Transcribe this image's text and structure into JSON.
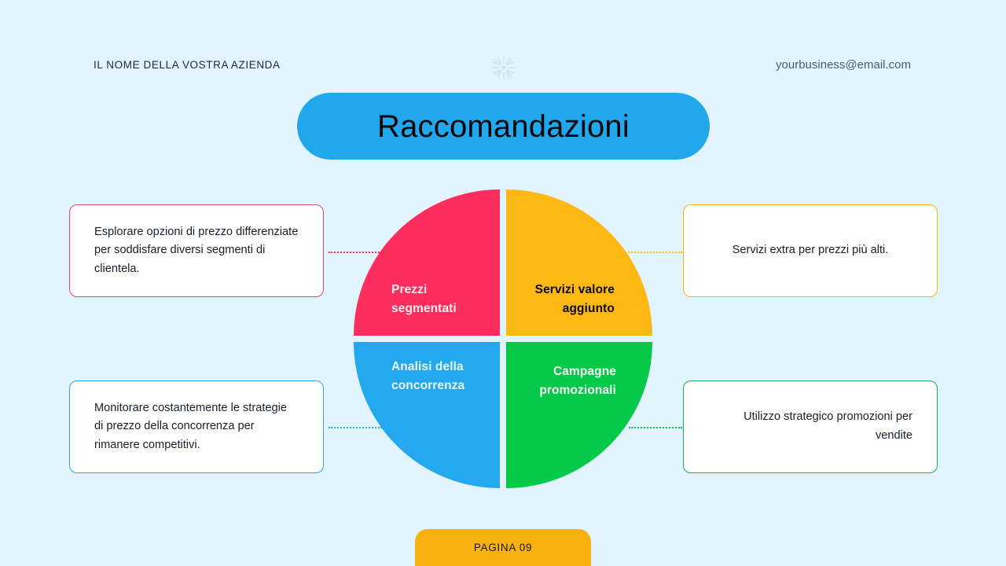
{
  "header": {
    "company_name": "IL NOME DELLA VOSTRA AZIENDA",
    "email": "yourbusiness@email.com",
    "logo_icon": "starburst-icon"
  },
  "title": {
    "text": "Raccomandazioni",
    "background_color": "#22a7ec"
  },
  "pie": {
    "segments": [
      {
        "id": "prezzi-segmentati",
        "label": "Prezzi\nsegmentati",
        "color": "#fb2e5e",
        "text_color": "#ffe9ef",
        "position": "top-left"
      },
      {
        "id": "servizi-valore",
        "label": "Servizi valore\naggiunto",
        "color": "#fdb813",
        "text_color": "#0b0c0d",
        "position": "top-right"
      },
      {
        "id": "analisi-concorrenza",
        "label": "Analisi della\nconcorrenza",
        "color": "#24a8ee",
        "text_color": "#eaf7ff",
        "position": "bottom-left"
      },
      {
        "id": "campagne-promozionali",
        "label": "Campagne\npromozionali",
        "color": "#07c949",
        "text_color": "#f2fff7",
        "position": "bottom-right"
      }
    ]
  },
  "callouts": [
    {
      "id": "callout-prezzi-segmentati",
      "text": "Esplorare opzioni di prezzo differenziate per soddisfare diversi segmenti di clientela.",
      "border_color": "#e0447c",
      "position": "top-left"
    },
    {
      "id": "callout-servizi-valore",
      "text": "Servizi extra per prezzi più alti.",
      "border_color": "#f0b51c",
      "position": "top-right"
    },
    {
      "id": "callout-analisi-concorrenza",
      "text": "Monitorare costantemente le strategie di prezzo della concorrenza per rimanere competitivi.",
      "border_color": "#2ca8d8",
      "position": "bottom-left"
    },
    {
      "id": "callout-campagne-promozionali",
      "text": "Utilizzo strategico promozioni per vendite",
      "border_color": "#1fae4c",
      "position": "bottom-right"
    }
  ],
  "footer": {
    "page_label": "PAGINA 09",
    "background_color": "#f9b111"
  },
  "background_color": "#e2f4fd"
}
